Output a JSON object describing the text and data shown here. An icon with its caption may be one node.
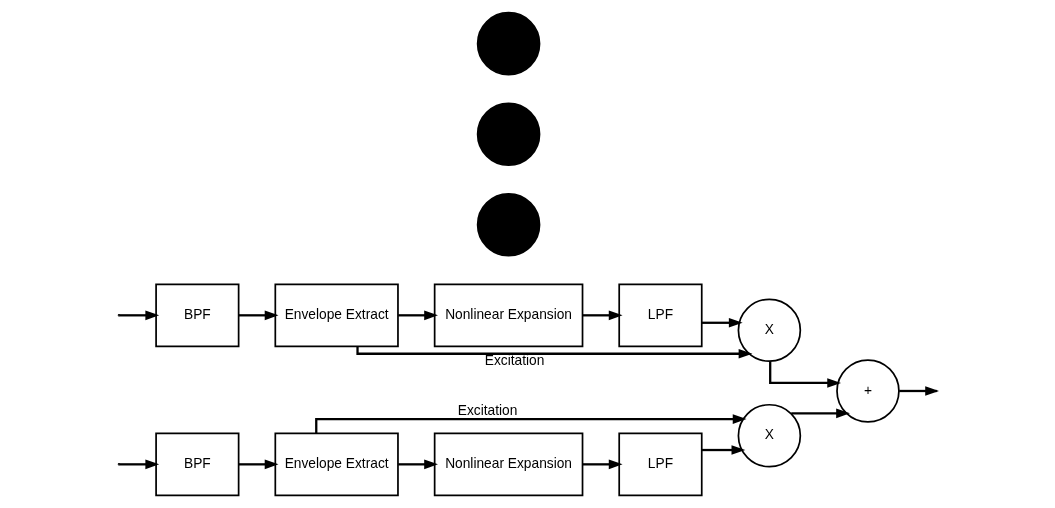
{
  "diagram": {
    "nodes": [
      {
        "text": [
          "BPF"
        ]
      },
      {
        "text": [
          "Envelope Extract"
        ]
      },
      {
        "text": [
          "Nonlinear Expansion"
        ]
      },
      {
        "text": [
          "LPF"
        ]
      },
      {
        "text": [
          "X"
        ]
      },
      {
        "text": [],
        "shape": "circle"
      },
      {
        "text": [],
        "shape": "circle"
      },
      {
        "text": [],
        "shape": "circle"
      },
      {
        "text": [
          "+"
        ]
      },
      {
        "text": [
          "BPF"
        ]
      },
      {
        "text": [
          "Envelope Extract"
        ]
      },
      {
        "text": [
          "Nonlinear Expansion"
        ]
      },
      {
        "text": [
          "LPF"
        ]
      },
      {
        "text": [
          "X"
        ]
      }
    ],
    "edges": [
      {
        "from": null,
        "to": 0,
        "arrow": "to"
      },
      {
        "from": null,
        "to": 9,
        "arrow": "to"
      },
      {
        "from": 0,
        "to": 1,
        "arrow": "to"
      },
      {
        "from": 1,
        "to": 2,
        "arrow": "to"
      },
      {
        "from": 2,
        "to": 3,
        "arrow": "to"
      },
      {
        "from": 3,
        "to": 4,
        "arrow": "to"
      },
      {
        "from": 1,
        "to": 4,
        "arrow": "to",
        "label": "Excitation"
      },
      {
        "from": 4,
        "to": 8,
        "arrow": "to"
      },
      {
        "from": 9,
        "to": 10,
        "arrow": "to"
      },
      {
        "from": 10,
        "to": 11,
        "arrow": "to"
      },
      {
        "from": 11,
        "to": 12,
        "arrow": "to"
      },
      {
        "from": 12,
        "to": 13,
        "arrow": "to"
      },
      {
        "from": 10,
        "to": 13,
        "arrow": "to",
        "label": "Excitation"
      },
      {
        "from": 13,
        "to": 8,
        "arrow": "to"
      },
      {
        "from": 8,
        "to": null,
        "arrow": "to"
      }
    ]
  }
}
